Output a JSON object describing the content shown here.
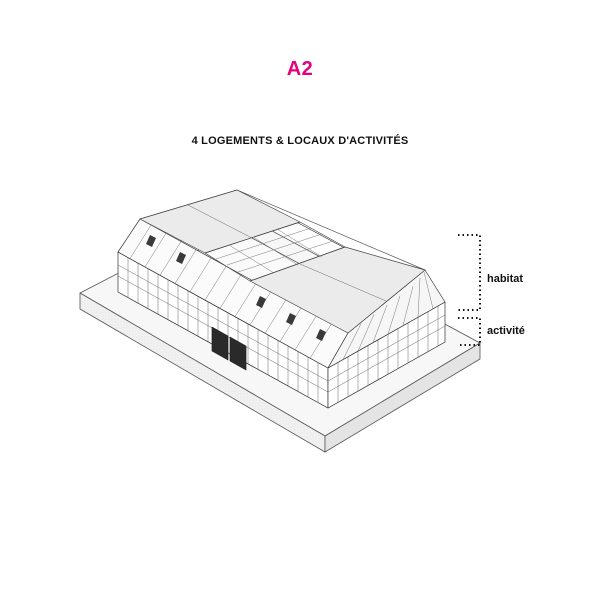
{
  "header": {
    "code": "A2",
    "code_color": "#e5007e",
    "subtitle": "4 LOGEMENTS & LOCAUX D'ACTIVITÉS"
  },
  "legend": {
    "upper": "habitat",
    "lower": "activité"
  },
  "drawing": {
    "name": "axonometric-building",
    "line_color": "#333333"
  }
}
